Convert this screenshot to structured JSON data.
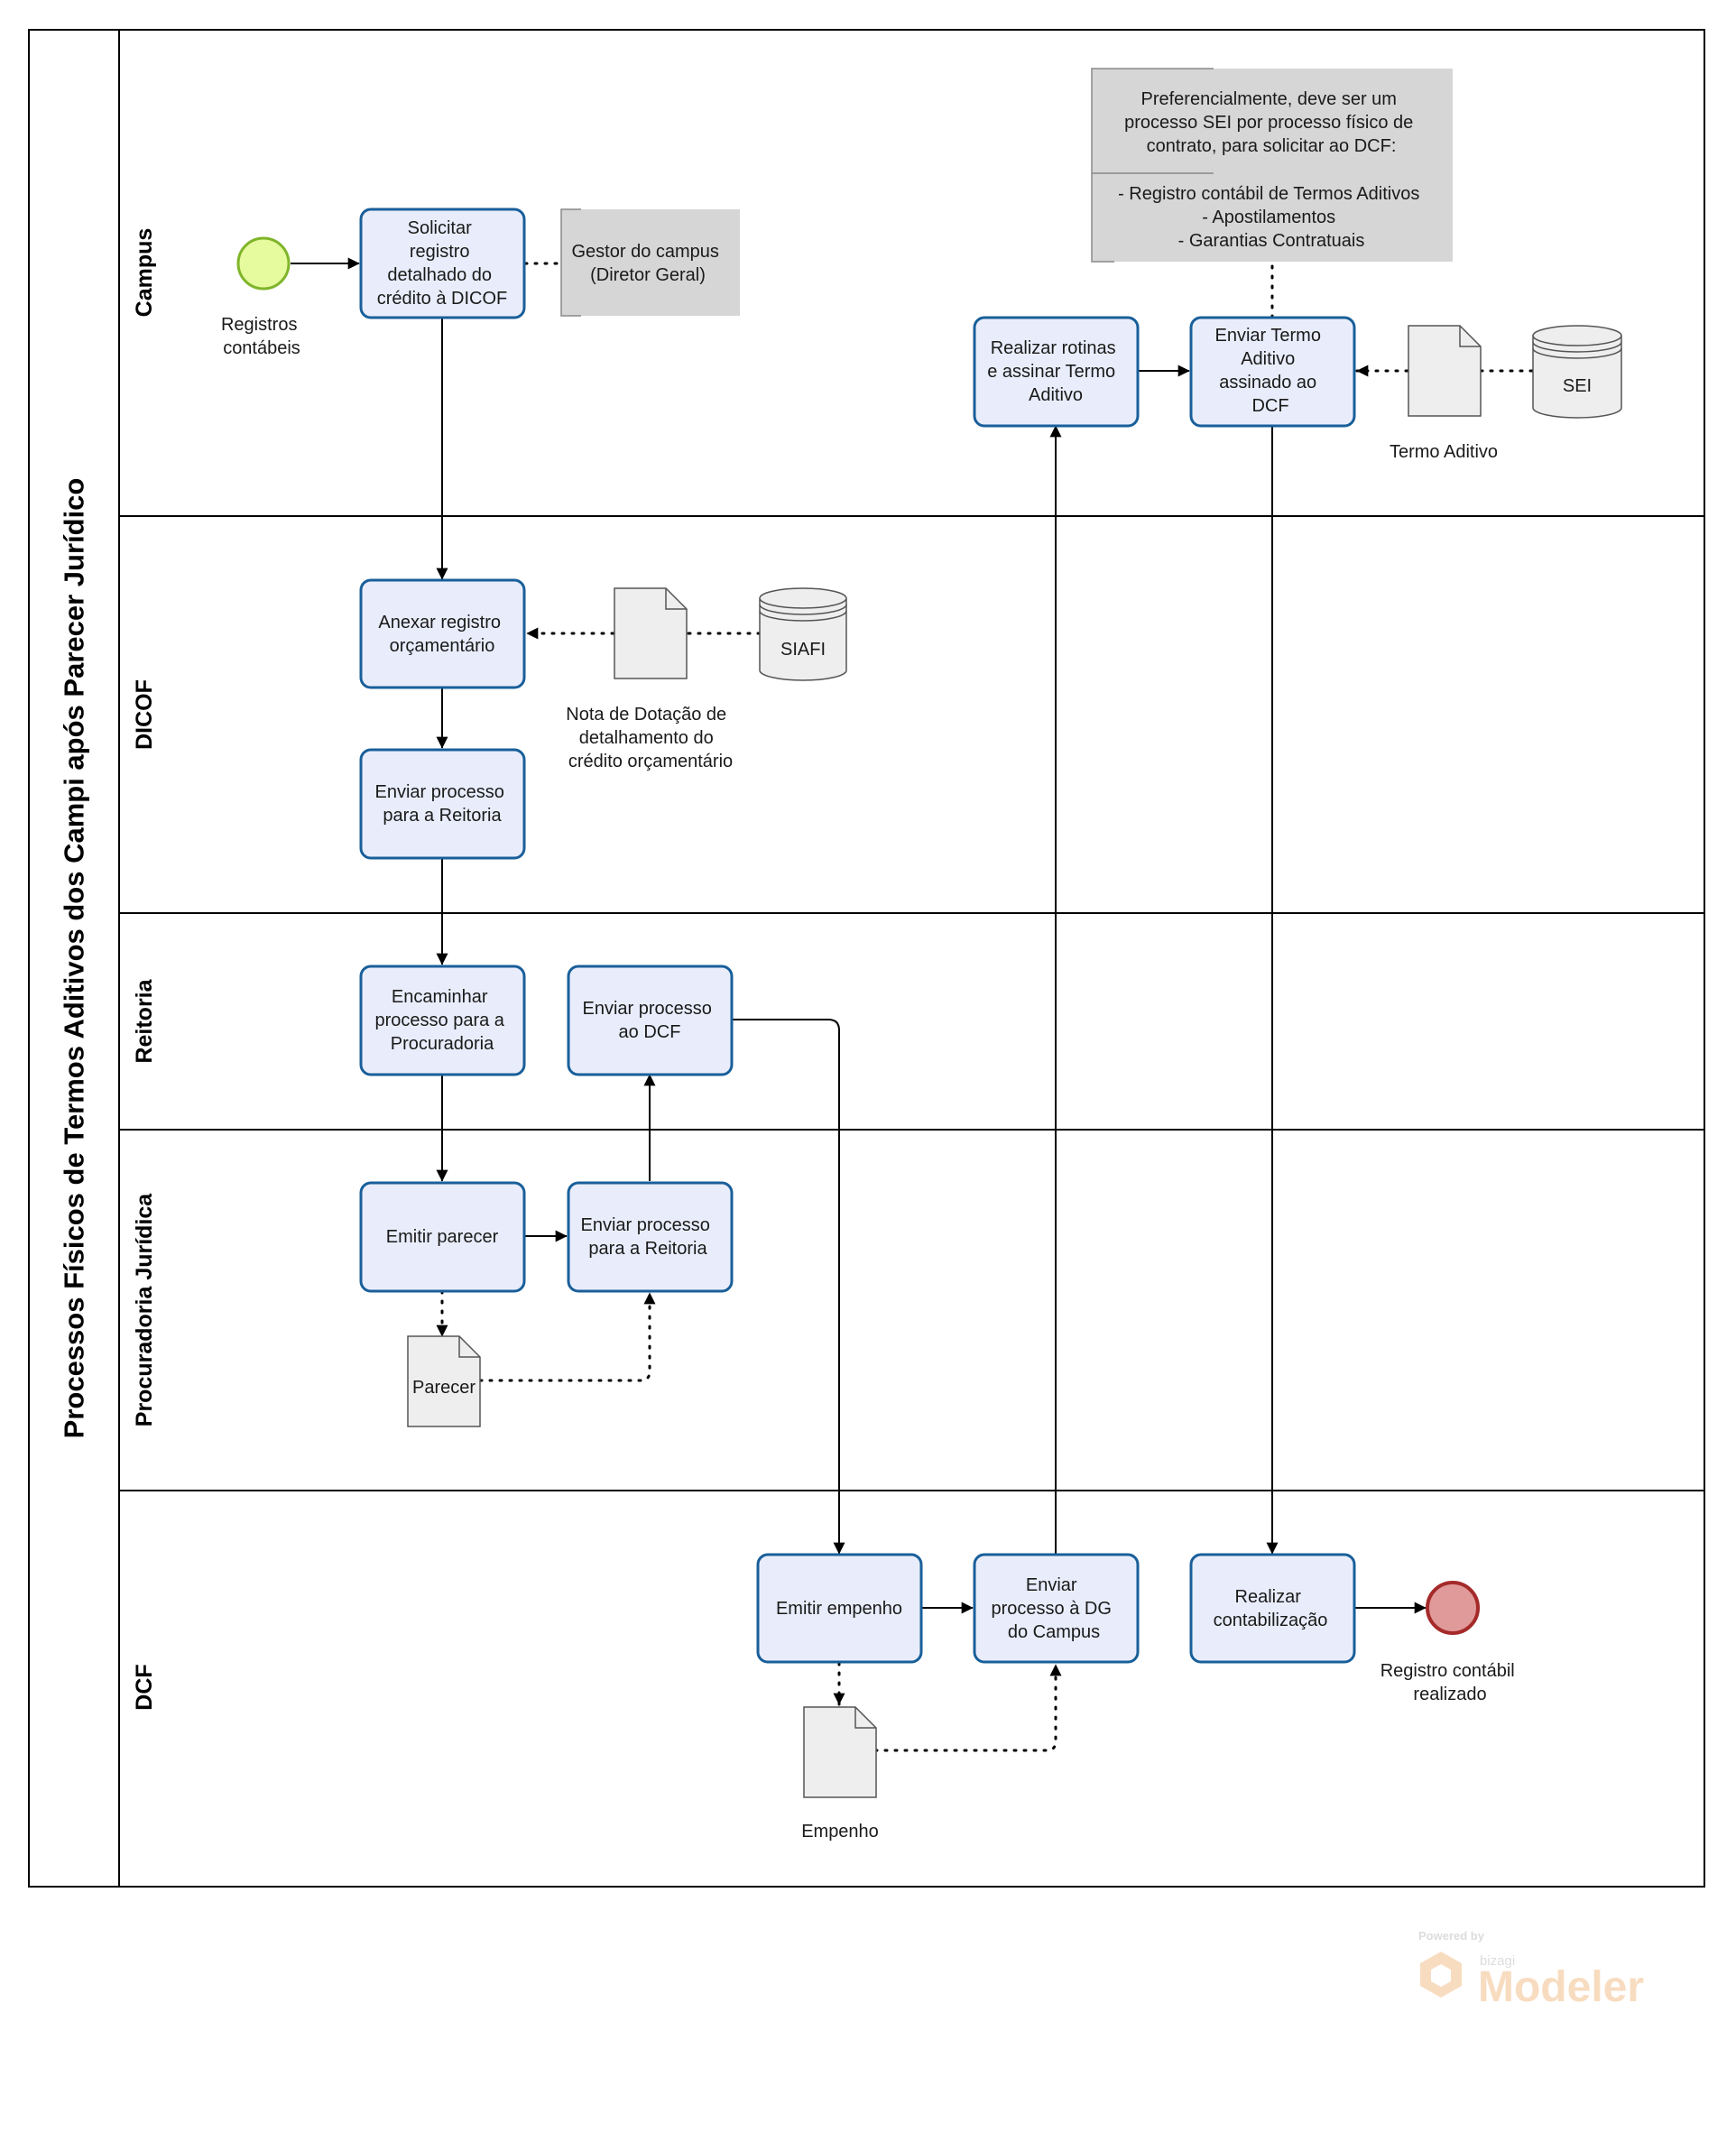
{
  "pool": {
    "title": "Processos Físicos de Termos Aditivos dos Campi após Parecer Jurídico"
  },
  "lanes": {
    "campus": "Campus",
    "dicof": "DICOF",
    "reitoria": "Reitoria",
    "procuradoria": "Procuradoria Jurídica",
    "dcf": "DCF"
  },
  "events": {
    "start": {
      "label": [
        "Registros",
        "contábeis"
      ]
    },
    "end": {
      "label": [
        "Registro contábil",
        "realizado"
      ]
    }
  },
  "tasks": {
    "solicitar": [
      "Solicitar",
      "registro",
      "detalhado do",
      "crédito à DICOF"
    ],
    "anexar": [
      "Anexar registro",
      "orçamentário"
    ],
    "enviar_reitoria_dicof": [
      "Enviar processo",
      "para a Reitoria"
    ],
    "encaminhar": [
      "Encaminhar",
      "processo para a",
      "Procuradoria"
    ],
    "enviar_dcf": [
      "Enviar processo",
      "ao DCF"
    ],
    "emitir_parecer": [
      "Emitir parecer"
    ],
    "enviar_reitoria_proc": [
      "Enviar processo",
      "para a Reitoria"
    ],
    "emitir_empenho": [
      "Emitir empenho"
    ],
    "enviar_dg": [
      "Enviar",
      "processo à DG",
      "do Campus"
    ],
    "realizar_rotinas": [
      "Realizar rotinas",
      "e assinar Termo",
      "Aditivo"
    ],
    "enviar_termo": [
      "Enviar Termo",
      "Aditivo",
      "assinado ao",
      "DCF"
    ],
    "realizar_contab": [
      "Realizar",
      "contabilização"
    ]
  },
  "annotations": {
    "gestor": [
      "Gestor do campus",
      "(Diretor Geral)"
    ],
    "preferencial": [
      "Preferencialmente, deve ser um",
      "processo SEI por processo físico de",
      "contrato, para solicitar ao DCF:"
    ],
    "preferencial_list": [
      "- Registro contábil de Termos Aditivos",
      "- Apostilamentos",
      "- Garantias Contratuais"
    ]
  },
  "data_objects": {
    "nota": [
      "Nota de Dotação de",
      "detalhamento do",
      "crédito orçamentário"
    ],
    "parecer": "Parecer",
    "empenho": "Empenho",
    "termo": "Termo Aditivo"
  },
  "data_stores": {
    "siafi": "SIAFI",
    "sei": "SEI"
  },
  "watermark": {
    "powered": "Powered by",
    "brand": "bizagi",
    "product": "Modeler"
  },
  "colors": {
    "task_fill": "#e9edfb",
    "task_stroke": "#195f9a",
    "start_fill": "#e6fa9e",
    "start_stroke": "#7fb529",
    "end_fill": "#e09a9a",
    "end_stroke": "#a52a2a",
    "annotation_fill": "#d6d6d6",
    "doc_fill": "#eeeeee"
  }
}
